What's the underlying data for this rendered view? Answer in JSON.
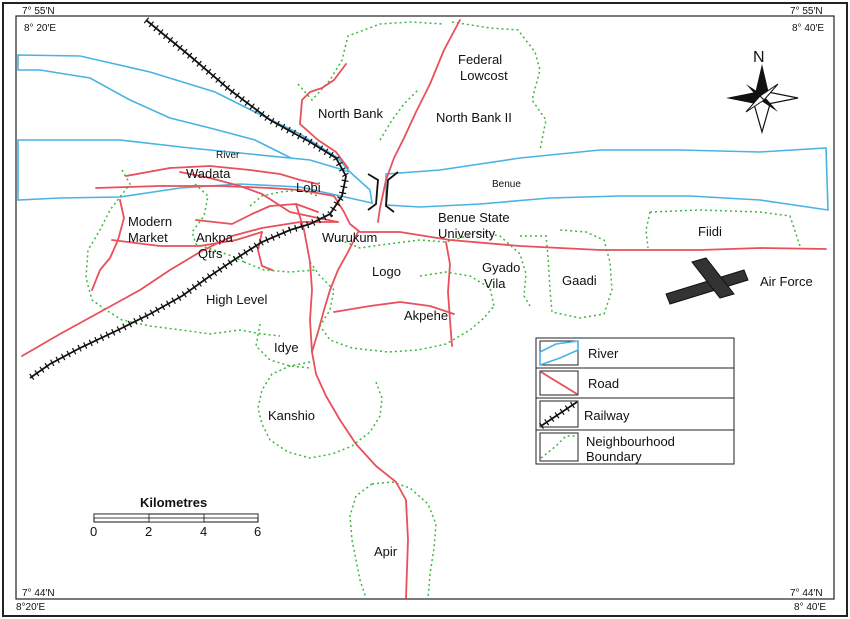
{
  "corners": {
    "top_left": {
      "lat": "7° 55′N",
      "lon": "8° 20′E"
    },
    "top_right": {
      "lat": "7° 55′N",
      "lon": "8° 40′E"
    },
    "bottom_left": {
      "lat": "7° 44′N",
      "lon": "8°20′E"
    },
    "bottom_right": {
      "lat": "7° 44′N",
      "lon": "8° 40′E"
    }
  },
  "labels": {
    "federal_lowcost_1": "Federal",
    "federal_lowcost_2": "Lowcost",
    "north_bank": "North Bank",
    "north_bank_ii": "North Bank II",
    "river": "River",
    "benue": "Benue",
    "wadata": "Wadata",
    "lobi": "Lobi",
    "modern_market_1": "Modern",
    "modern_market_2": "Market",
    "ankpa_1": "Ankpa",
    "ankpa_2": "Qtrs",
    "wurukum": "Wurukum",
    "bsu_1": "Benue State",
    "bsu_2": "University",
    "fiidi": "Fiidi",
    "logo": "Logo",
    "gyado_1": "Gyado",
    "gyado_2": "Vila",
    "gaadi": "Gaadi",
    "air_force": "Air Force",
    "high_level": "High Level",
    "akpehe": "Akpehe",
    "idye": "Idye",
    "kanshio": "Kanshio",
    "apir": "Apir"
  },
  "north_arrow": "N",
  "legend": {
    "river": "River",
    "road": "Road",
    "railway": "Railway",
    "boundary_1": "Neighbourhood",
    "boundary_2": "Boundary"
  },
  "scale": {
    "title": "Kilometres",
    "ticks": [
      "0",
      "2",
      "4",
      "6"
    ]
  },
  "colors": {
    "river": "#4ab3e2",
    "road": "#e8505b",
    "railway": "#111111",
    "boundary": "#3cb83c"
  },
  "icons": [
    "north-arrow-icon",
    "airplane-icon"
  ]
}
